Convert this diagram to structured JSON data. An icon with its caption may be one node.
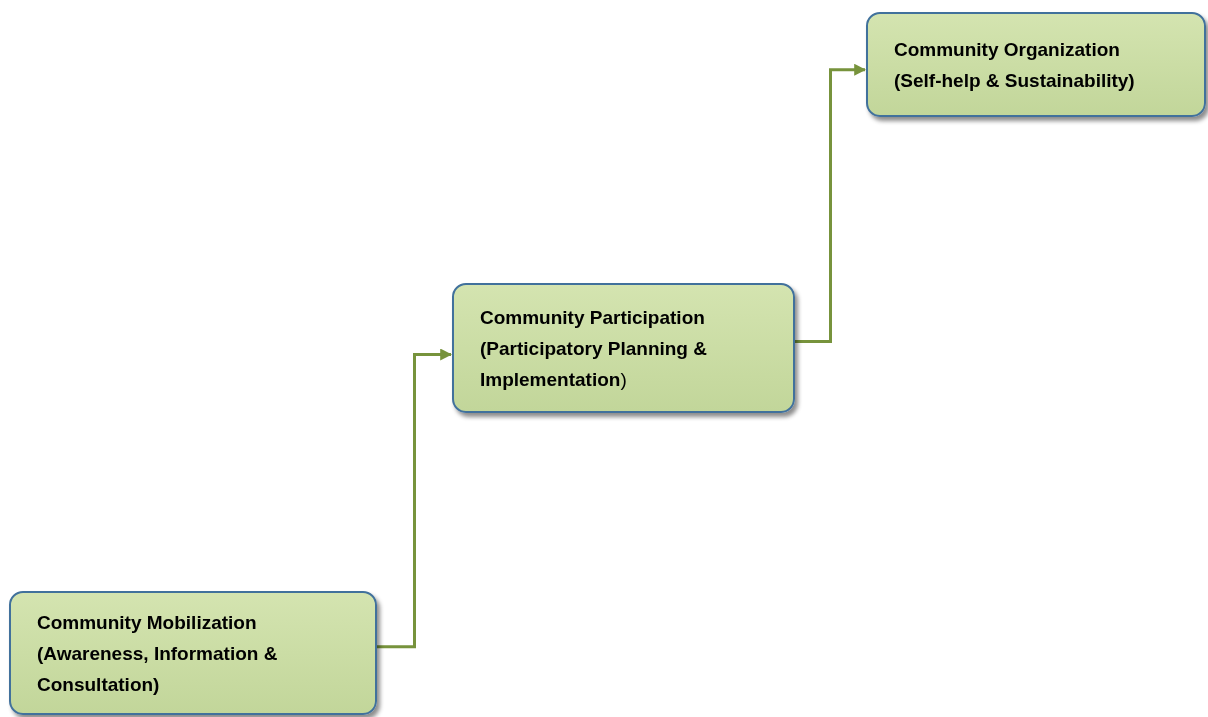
{
  "diagram": {
    "nodes": [
      {
        "text": [
          "Community Mobilization",
          "(Awareness, Information & Consultation)"
        ]
      },
      {
        "text": [
          "Community Participation",
          "**(Participatory Planning & Implementation**)"
        ]
      },
      {
        "text": [
          "Community Organization",
          "(Self-help & Sustainability)"
        ]
      }
    ],
    "edges": [
      {
        "from": 0,
        "to": 1,
        "arrow": "to",
        "color": "#77933c"
      },
      {
        "from": 1,
        "to": 2,
        "arrow": "to",
        "color": "#77933c"
      }
    ]
  }
}
